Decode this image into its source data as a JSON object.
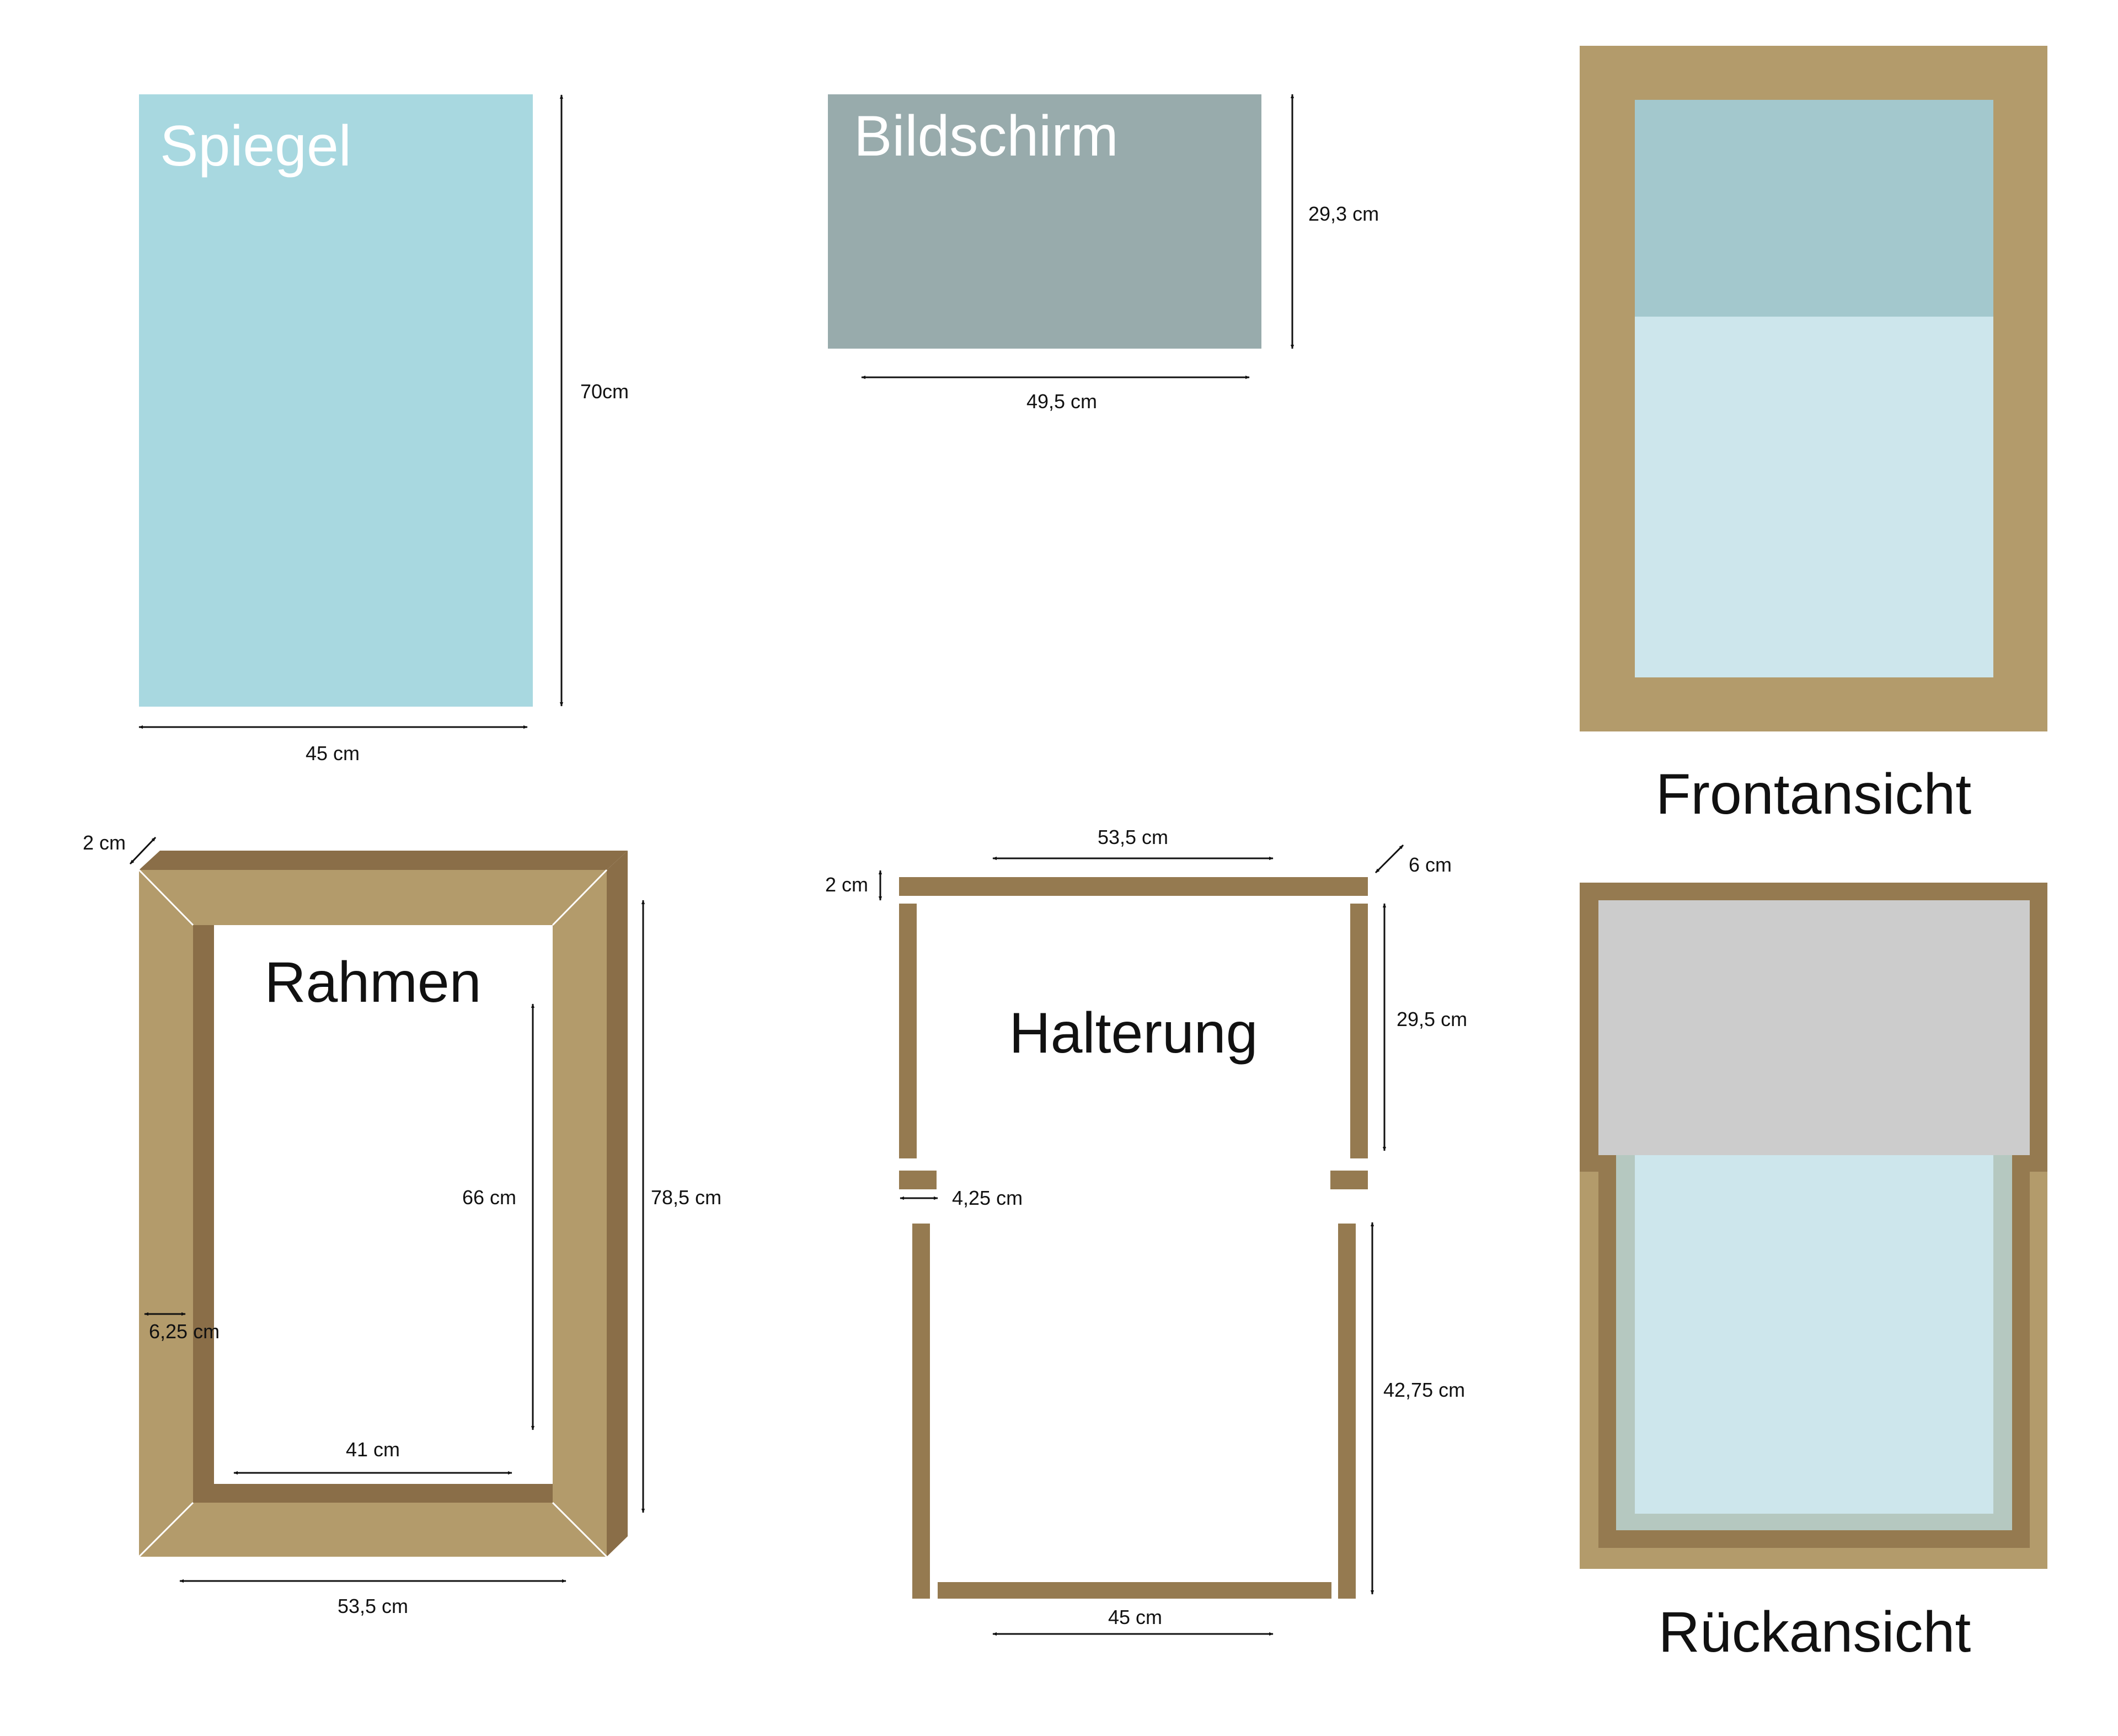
{
  "colors": {
    "mirror": "#a8d8e0",
    "screen": "#98abac",
    "frame": "#b39b6b",
    "frame_dark": "#8a6e48",
    "bracket": "#957a50",
    "front_top": "#a3c8cd",
    "front_bottom": "#cde6ec",
    "back_screen": "#cccccc",
    "back_glass_border": "#b5c8c0",
    "back_glass": "#cde6ec"
  },
  "spiegel": {
    "label": "Spiegel",
    "height": "70cm",
    "width": "45 cm"
  },
  "bildschirm": {
    "label": "Bildschirm",
    "height": "29,3 cm",
    "width": "49,5 cm"
  },
  "frontansicht": {
    "label": "Frontansicht"
  },
  "rahmen": {
    "label": "Rahmen",
    "depth": "2 cm",
    "outer_height": "78,5 cm",
    "inner_height": "66 cm",
    "inner_width": "41 cm",
    "outer_width": "53,5 cm",
    "side_width": "6,25 cm"
  },
  "halterung": {
    "label": "Halterung",
    "top_width": "53,5 cm",
    "depth": "6 cm",
    "thickness": "2 cm",
    "upper_height": "29,5 cm",
    "step": "4,25 cm",
    "lower_height": "42,75 cm",
    "bottom_width": "45 cm"
  },
  "rueckansicht": {
    "label": "Rückansicht"
  }
}
